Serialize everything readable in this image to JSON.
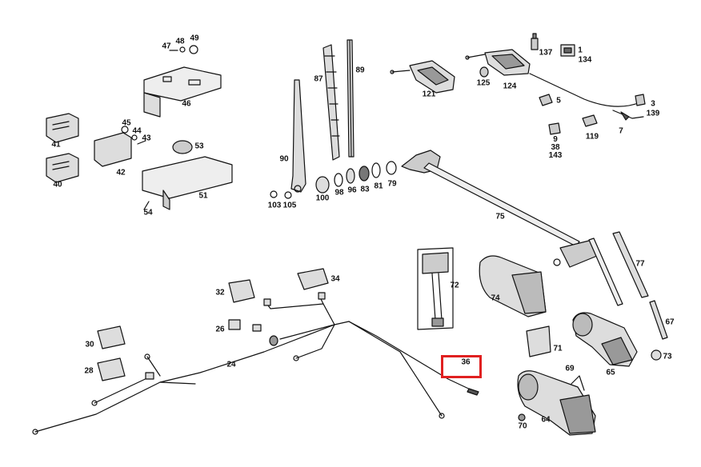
{
  "parts": {
    "p1": "1",
    "p134": "134",
    "p137": "137",
    "p125": "125",
    "p124": "124",
    "p121": "121",
    "p5": "5",
    "p3": "3",
    "p139": "139",
    "p119": "119",
    "p7": "7",
    "p9_38_143": "9\n38\n143",
    "p89": "89",
    "p87": "87",
    "p90": "90",
    "p103": "103",
    "p105": "105",
    "p100": "100",
    "p98": "98",
    "p96": "96",
    "p83": "83",
    "p81": "81",
    "p79": "79",
    "p75": "75",
    "p47": "47",
    "p48": "48",
    "p49": "49",
    "p46": "46",
    "p41": "41",
    "p40": "40",
    "p45": "45",
    "p44": "44",
    "p43": "43",
    "p42": "42",
    "p53": "53",
    "p51": "51",
    "p54": "54",
    "p34": "34",
    "p32": "32",
    "p26": "26",
    "p30": "30",
    "p28": "28",
    "p24": "24",
    "p72": "72",
    "p74": "74",
    "p77": "77",
    "p67": "67",
    "p71": "71",
    "p73": "73",
    "p65": "65",
    "p69": "69",
    "p64": "64",
    "p70": "70",
    "p36": "36"
  },
  "highlight": {
    "part": "36",
    "color": "#e02020"
  }
}
